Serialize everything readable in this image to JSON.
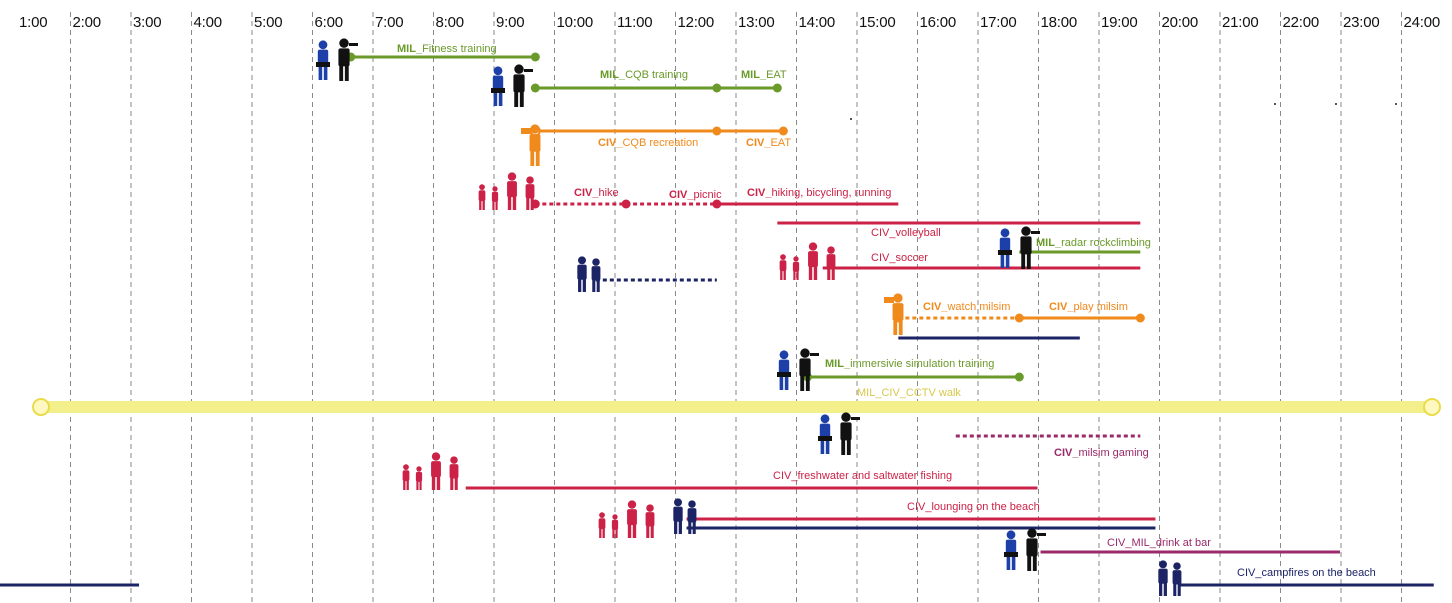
{
  "hours": [
    "1:00",
    "2:00",
    "3:00",
    "4:00",
    "5:00",
    "6:00",
    "7:00",
    "8:00",
    "9:00",
    "10:00",
    "11:00",
    "12:00",
    "13:00",
    "14:00",
    "15:00",
    "16:00",
    "17:00",
    "18:00",
    "19:00",
    "20:00",
    "21:00",
    "22:00",
    "23:00",
    "24:00"
  ],
  "colors": {
    "mil": "#6a9a2a",
    "civ_orange": "#f08a1c",
    "civ_red": "#cc2247",
    "navy": "#1c2466",
    "magenta": "#9b2a6a",
    "band": "#f3f08c",
    "band_ring": "#e9dc4a",
    "grid": "#8a8a8a"
  },
  "labels": {
    "fitness": {
      "prefix": "MIL_",
      "text": "Fitness training"
    },
    "cqb_training": {
      "prefix": "MIL_",
      "text": "CQB training"
    },
    "mil_eat": {
      "prefix": "MIL_",
      "text": "EAT"
    },
    "cqb_recreation": {
      "prefix": "CIV_",
      "text": "CQB recreation"
    },
    "civ_eat": {
      "prefix": "CIV_",
      "text": "EAT"
    },
    "hike": {
      "prefix": "CIV_",
      "text": "hike"
    },
    "picnic": {
      "prefix": "CIV_",
      "text": "picnic"
    },
    "hiking": {
      "prefix": "CIV_",
      "text": "hiking, bicycling, running"
    },
    "volleyball": {
      "prefix": "",
      "text": "CIV_volleyball"
    },
    "radar": {
      "prefix": "MIL_",
      "text": "radar rockclimbing"
    },
    "soccer": {
      "prefix": "",
      "text": "CIV_soccer"
    },
    "watch_milsim": {
      "prefix": "CIV_",
      "text": "watch milsim"
    },
    "play_milsim": {
      "prefix": "CIV_",
      "text": "play milsim"
    },
    "immersive": {
      "prefix": "MIL_",
      "text": "immersivie simulation training"
    },
    "cctv": {
      "prefix": "",
      "text": "MIL_CIV_CCTV walk"
    },
    "gaming": {
      "prefix": "CIV_",
      "text": "milsim gaming"
    },
    "fishing": {
      "prefix": "",
      "text": "CIV_freshwater and saltwater fishing"
    },
    "lounging": {
      "prefix": "",
      "text": "CIV_lounging on the beach"
    },
    "drink": {
      "prefix": "",
      "text": "CIV_MIL_drink at bar"
    },
    "campfires": {
      "prefix": "",
      "text": "CIV_campfires on the beach"
    }
  },
  "activities": [
    {
      "id": "fitness",
      "start": 6.6,
      "end": 9.65,
      "color": "mil",
      "style": "solid",
      "dots": [
        6.6,
        9.65
      ]
    },
    {
      "id": "cqb_training",
      "start": 9.65,
      "end": 12.65,
      "color": "mil",
      "style": "solid",
      "dots": [
        9.65,
        12.65
      ]
    },
    {
      "id": "mil_eat",
      "start": 12.65,
      "end": 13.65,
      "color": "mil",
      "style": "solid",
      "dots": [
        13.65
      ]
    },
    {
      "id": "cqb_recreation",
      "start": 9.65,
      "end": 12.65,
      "color": "civ_orange",
      "style": "solid",
      "dots": [
        12.65
      ],
      "open": [
        9.65
      ]
    },
    {
      "id": "civ_eat",
      "start": 12.65,
      "end": 13.75,
      "color": "civ_orange",
      "style": "solid",
      "dots": [
        13.75
      ]
    },
    {
      "id": "hike",
      "start": 9.65,
      "end": 11.15,
      "color": "civ_red",
      "style": "dashed",
      "dots": [
        9.65,
        11.15
      ]
    },
    {
      "id": "picnic",
      "start": 11.15,
      "end": 12.65,
      "color": "civ_red",
      "style": "dashed",
      "dots": [
        12.65
      ]
    },
    {
      "id": "hiking",
      "start": 12.65,
      "end": 15.65,
      "color": "civ_red",
      "style": "solid",
      "dots": []
    },
    {
      "id": "volleyball",
      "start": 13.65,
      "end": 19.65,
      "color": "civ_red",
      "style": "solid",
      "dots": []
    },
    {
      "id": "radar",
      "start": 17.65,
      "end": 19.65,
      "color": "mil",
      "style": "solid",
      "dots": []
    },
    {
      "id": "soccer",
      "start": 14.4,
      "end": 19.65,
      "color": "civ_red",
      "style": "solid",
      "dots": []
    },
    {
      "id": "family_dash",
      "start": 10.65,
      "end": 12.65,
      "color": "navy",
      "style": "dashed",
      "dots": []
    },
    {
      "id": "watch_milsim",
      "start": 15.65,
      "end": 17.65,
      "color": "civ_orange",
      "style": "dashed",
      "dots": [
        15.65,
        17.65
      ]
    },
    {
      "id": "play_milsim",
      "start": 17.65,
      "end": 19.65,
      "color": "civ_orange",
      "style": "solid",
      "dots": [
        19.65
      ]
    },
    {
      "id": "navy_evening",
      "start": 15.65,
      "end": 18.65,
      "color": "navy",
      "style": "solid",
      "dots": []
    },
    {
      "id": "immersive",
      "start": 14.15,
      "end": 17.65,
      "color": "mil",
      "style": "solid",
      "dots": [
        14.15,
        17.65
      ]
    },
    {
      "id": "gaming",
      "start": 16.6,
      "end": 19.65,
      "color": "magenta",
      "style": "dashed",
      "dots": []
    },
    {
      "id": "fishing",
      "start": 8.5,
      "end": 17.95,
      "color": "civ_red",
      "style": "solid",
      "dots": []
    },
    {
      "id": "lounging",
      "start": 12.15,
      "end": 19.9,
      "color": "civ_red",
      "style": "solid",
      "dots": []
    },
    {
      "id": "lounging_navy",
      "start": 12.15,
      "end": 19.9,
      "color": "navy",
      "style": "solid",
      "dots": []
    },
    {
      "id": "drink",
      "start": 18.0,
      "end": 22.95,
      "color": "magenta",
      "style": "solid",
      "dots": []
    },
    {
      "id": "campfires",
      "start": 20.3,
      "end": 24.5,
      "color": "navy",
      "style": "solid",
      "dots": []
    },
    {
      "id": "night_navy",
      "start": 0.8,
      "end": 3.1,
      "color": "navy",
      "style": "solid",
      "dots": []
    }
  ],
  "cctv_band": {
    "start": 1.0,
    "end": 24.35
  },
  "figures": [
    {
      "type": "soldiers",
      "hour": 6.2,
      "row": "fitness"
    },
    {
      "type": "soldiers",
      "hour": 9.1,
      "row": "cqb"
    },
    {
      "type": "photographer",
      "hour": 9.45,
      "row": "cqb_rec"
    },
    {
      "type": "family",
      "hour": 8.65,
      "row": "hike"
    },
    {
      "type": "couple",
      "hour": 10.15,
      "row": "family_dash"
    },
    {
      "type": "family",
      "hour": 13.75,
      "row": "soccer"
    },
    {
      "type": "soldiers",
      "hour": 17.4,
      "row": "radar"
    },
    {
      "type": "photographer",
      "hour": 15.4,
      "row": "watch"
    },
    {
      "type": "soldiers",
      "hour": 13.7,
      "row": "immersive"
    },
    {
      "type": "soldiers",
      "hour": 14.2,
      "row": "gaming"
    },
    {
      "type": "family",
      "hour": 7.95,
      "row": "fishing"
    },
    {
      "type": "family",
      "hour": 11.1,
      "row": "lounging"
    },
    {
      "type": "couple",
      "hour": 11.75,
      "row": "lounging"
    },
    {
      "type": "soldiers",
      "hour": 17.6,
      "row": "drink"
    },
    {
      "type": "couple",
      "hour": 19.9,
      "row": "campfires"
    }
  ]
}
